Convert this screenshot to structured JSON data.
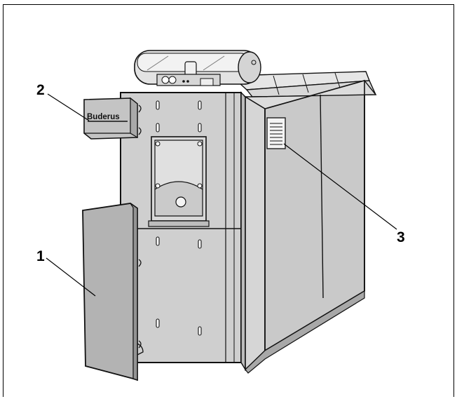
{
  "figure": {
    "callouts": [
      {
        "number": "1",
        "target": "front-door-panel"
      },
      {
        "number": "2",
        "target": "control-panel-cover"
      },
      {
        "number": "3",
        "target": "data-plate"
      }
    ],
    "brand_label": "Buderus"
  },
  "colors": {
    "panel_fill": "#cfcfcf",
    "panel_dark": "#b9b9b9",
    "door_fill": "#b3b3b3",
    "outline": "#111111",
    "background": "#ffffff"
  }
}
